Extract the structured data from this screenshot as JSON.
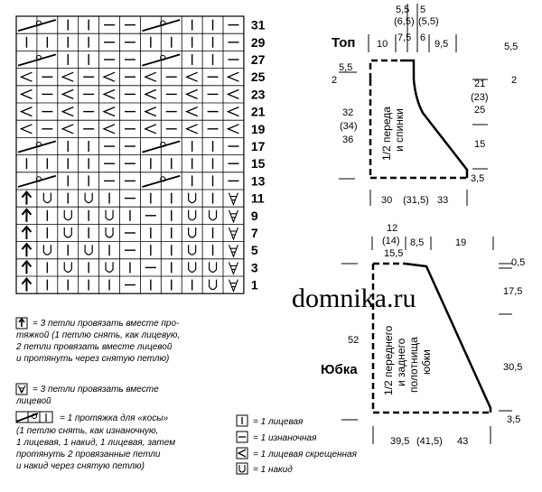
{
  "chart": {
    "rows": 16,
    "cols": 11,
    "row_numbers": [
      "31",
      "29",
      "27",
      "25",
      "23",
      "21",
      "19",
      "17",
      "15",
      "13",
      "11",
      "9",
      "7",
      "5",
      "3",
      "1"
    ],
    "grid": [
      [
        "cr",
        "cr",
        "|",
        "|",
        "-",
        "-",
        "cr",
        "cr",
        "|",
        "|",
        "-"
      ],
      [
        "|",
        "|",
        "|",
        "|",
        "-",
        "-",
        "|",
        "|",
        "|",
        "|",
        "-"
      ],
      [
        "cr",
        "cr",
        "|",
        "|",
        "-",
        "-",
        "cr",
        "cr",
        "|",
        "|",
        "-"
      ],
      [
        "<",
        "-",
        "<",
        "-",
        "<",
        "-",
        "<",
        "-",
        "<",
        "-",
        "<"
      ],
      [
        "<",
        "-",
        "<",
        "-",
        "<",
        "-",
        "<",
        "-",
        "<",
        "-",
        "<"
      ],
      [
        "<",
        "-",
        "<",
        "-",
        "<",
        "-",
        "<",
        "-",
        "<",
        "-",
        "<"
      ],
      [
        "<",
        "-",
        "<",
        "-",
        "<",
        "-",
        "<",
        "-",
        "<",
        "-",
        "<"
      ],
      [
        "cr",
        "cr",
        "|",
        "|",
        "-",
        "-",
        "cr",
        "cr",
        "|",
        "|",
        "-"
      ],
      [
        "|",
        "|",
        "|",
        "|",
        "-",
        "-",
        "|",
        "|",
        "|",
        "|",
        "-"
      ],
      [
        "cr",
        "cr",
        "|",
        "|",
        "-",
        "-",
        "cr",
        "cr",
        "|",
        "|",
        "-"
      ],
      [
        "A",
        "U",
        "|",
        "U",
        "|",
        "-",
        "|",
        "|",
        "U",
        "|",
        "V"
      ],
      [
        "A",
        "|",
        "U",
        "|",
        "U",
        "|",
        "-",
        "|",
        "U",
        "U",
        "V"
      ],
      [
        "A",
        "|",
        "U",
        "|",
        "U",
        "-",
        "|",
        "|",
        "U",
        "|",
        "V"
      ],
      [
        "A",
        "U",
        "|",
        "U",
        "|",
        "-",
        "|",
        "|",
        "U",
        "|",
        "V"
      ],
      [
        "A",
        "|",
        "U",
        "|",
        "U",
        "|",
        "-",
        "|",
        "U",
        "U",
        "V"
      ],
      [
        "A",
        "|",
        "|",
        "|",
        "|",
        "-",
        "|",
        "|",
        "|",
        "U",
        "V"
      ]
    ]
  },
  "legend": {
    "left": [
      "= 3 петли провязать вместе про-",
      "тяжкой (1 петлю снять, как лицевую,",
      "2 петли провязать вместе лицевой",
      "и протянуть через снятую петлю)",
      "= 3 петли провязать вместе",
      "лицевой",
      "= 1 протяжка для «косы»",
      "(1 петлю снять, как изнаночную,",
      "1 лицевая, 1 накид, 1 лицевая, затем",
      "протянуть 2 провязанные петли",
      "и накид через снятую петлю)"
    ],
    "right": [
      "= 1 лицевая",
      "= 1 изнаночная",
      "= 1 лицевая скрещенная",
      "= 1 накид"
    ]
  },
  "top": {
    "title": "Топ",
    "m_10": "10",
    "m_55a": "5,5",
    "m_65": "(6,5)",
    "m_75": "7,5",
    "m_5": "5",
    "m_55b": "(5,5)",
    "m_6": "6",
    "m_95": "9,5",
    "m_55_right": "5,5",
    "m_55_left": "5,5",
    "m_2_left": "2",
    "m_2_right": "2",
    "m_32": "32",
    "m_34": "(34)",
    "m_36": "36",
    "m_21": "21",
    "m_23": "(23)",
    "m_25": "25",
    "m_15": "15",
    "m_35": "3,5",
    "label1": "1/2 переда",
    "label2": "и спинки",
    "m_30": "30",
    "m_315": "(31,5)",
    "m_33": "33"
  },
  "skirt": {
    "title": "Юбка",
    "m_12": "12",
    "m_14": "(14)",
    "m_155": "15,5",
    "m_85": "8,5",
    "m_19": "19",
    "m_05": "0,5",
    "m_175": "17,5",
    "m_52": "52",
    "m_305": "30,5",
    "m_35": "3,5",
    "label1": "1/2 переднего",
    "label2": "и заднего",
    "label3": "полотнища",
    "label4": "юбки",
    "m_395": "39,5",
    "m_415": "(41,5)",
    "m_43": "43"
  },
  "watermark": "domnika.ru"
}
